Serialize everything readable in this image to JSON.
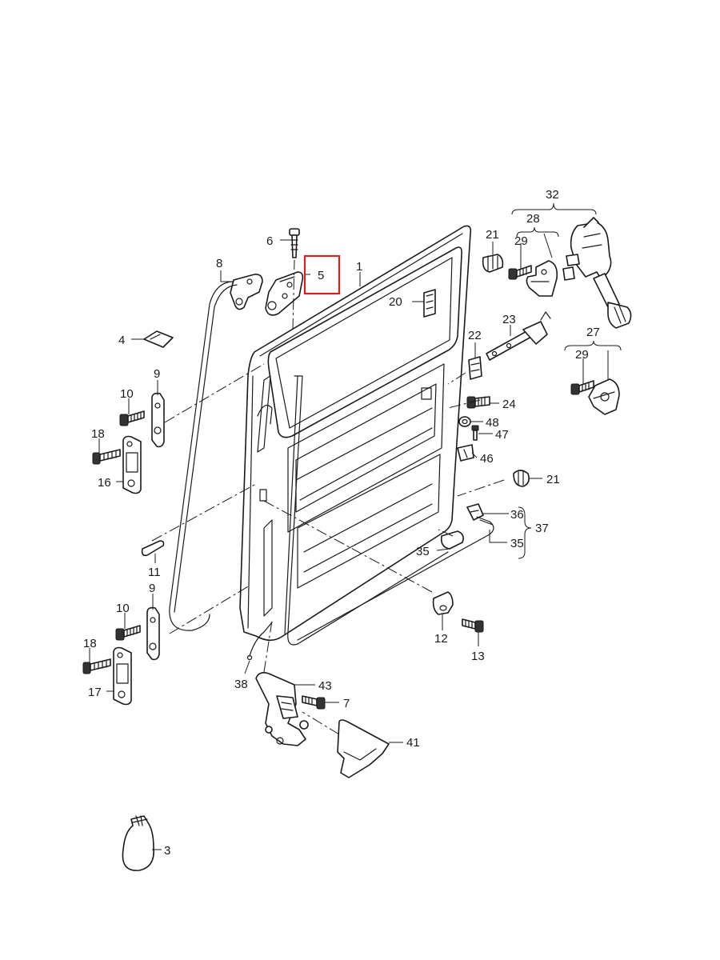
{
  "diagram": {
    "highlight_color": "#d42020",
    "callouts": {
      "c1": "1",
      "c3": "3",
      "c4": "4",
      "c5": "5",
      "c6": "6",
      "c7": "7",
      "c8": "8",
      "c9a": "9",
      "c9b": "9",
      "c10a": "10",
      "c10b": "10",
      "c11": "11",
      "c12": "12",
      "c13": "13",
      "c16": "16",
      "c17": "17",
      "c18a": "18",
      "c18b": "18",
      "c20": "20",
      "c21a": "21",
      "c21b": "21",
      "c22": "22",
      "c23": "23",
      "c24": "24",
      "c27": "27",
      "c28": "28",
      "c29a": "29",
      "c29b": "29",
      "c32": "32",
      "c35a": "35",
      "c35b": "35",
      "c36": "36",
      "c37": "37",
      "c38": "38",
      "c41": "41",
      "c43": "43",
      "c46": "46",
      "c47": "47",
      "c48": "48"
    }
  }
}
